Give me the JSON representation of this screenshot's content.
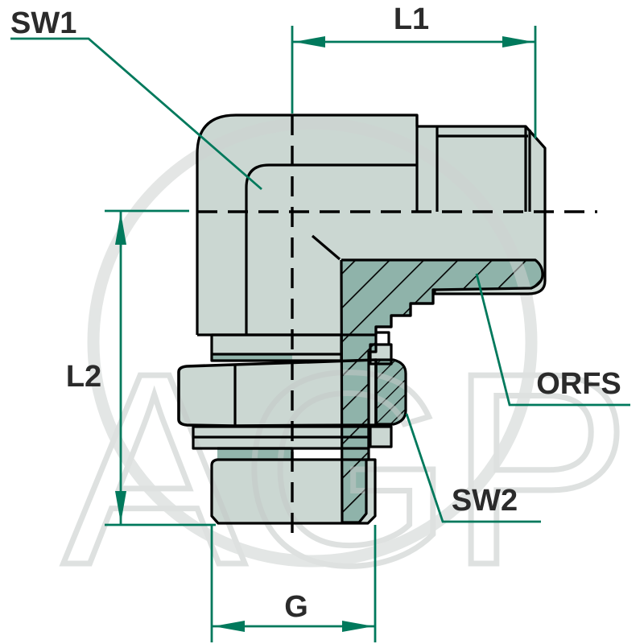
{
  "figure": {
    "watermark": "AGP",
    "dimension_labels": {
      "sw1": "SW1",
      "l1": "L1",
      "l2": "L2",
      "g": "G",
      "sw2": "SW2",
      "orfs": "ORFS"
    },
    "colors": {
      "body_fill": "#cbd7d2",
      "section_fill": "#8fb3aa",
      "accent_fill": "#93b5ac",
      "line": "#000000",
      "dimension": "#00795c",
      "label_text": "#2b2b2b",
      "watermark": "#cdd2d0"
    }
  }
}
